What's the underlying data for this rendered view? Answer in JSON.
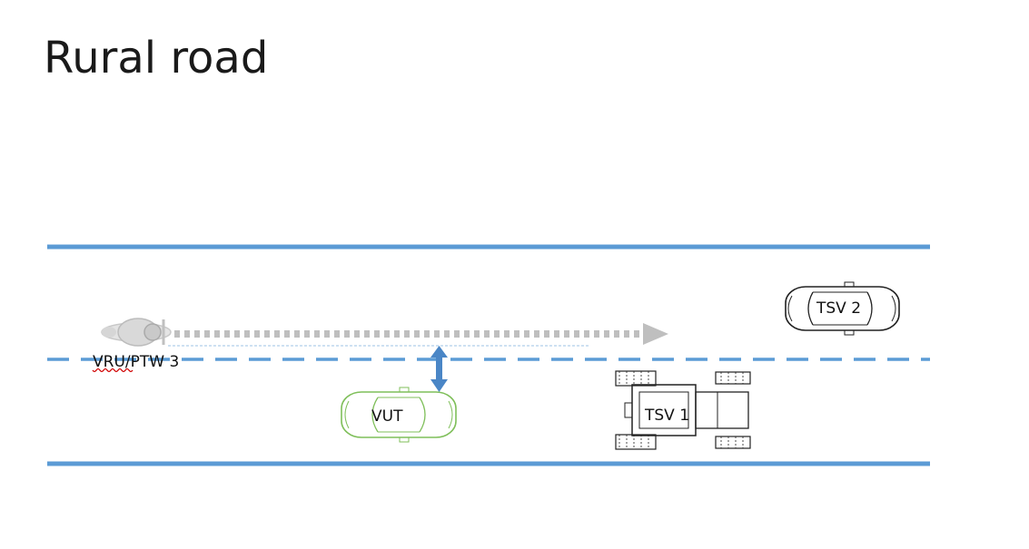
{
  "title": "Rural road",
  "colors": {
    "road_line": "#5b9bd5",
    "path_arrow": "#bfbfbf",
    "gap_arrow": "#4a86c6",
    "vut": "#7fbf5a",
    "vehicle_outline": "#222222",
    "spellcheck": "#d00000"
  },
  "labels": {
    "motorcycle": "VRU/PTW 3",
    "vut": "VUT",
    "tractor": "TSV 1",
    "car2": "TSV 2"
  },
  "icons": {
    "motorcycle": "motorcycle-icon",
    "vut": "car-icon",
    "tractor": "tractor-icon",
    "car2": "car-icon"
  }
}
